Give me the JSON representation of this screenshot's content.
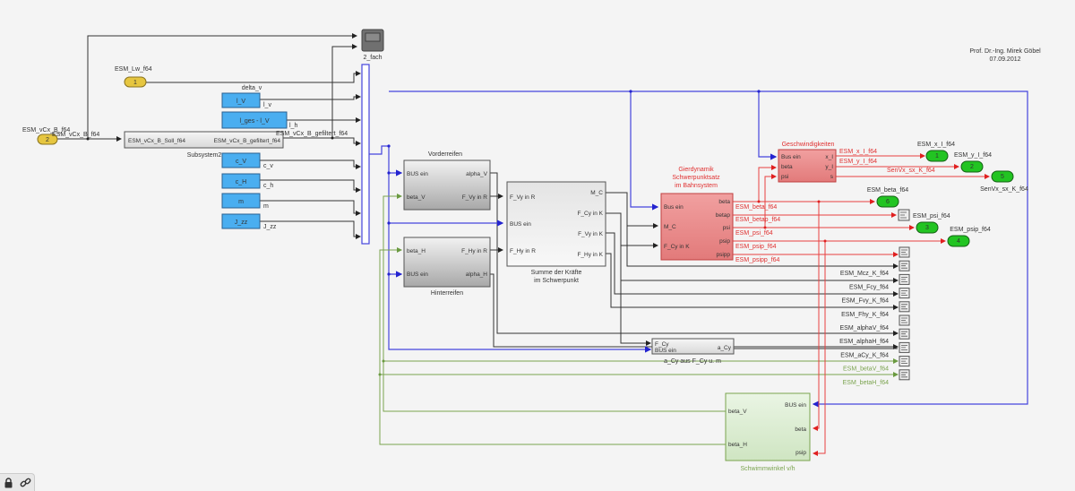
{
  "header": {
    "author": "Prof. Dr.-Ing. Mirek Göbel",
    "date": "07.09.2012"
  },
  "colors": {
    "background": "#f4f4f4",
    "signal": "#333333",
    "bus": "#3b3bd6",
    "red": "#e03030",
    "green": "#7aa34e",
    "constant_block": "#4aaef0",
    "inport": "#e6c640",
    "outport": "#22c422"
  },
  "inports": [
    {
      "number": "1",
      "label": "ESM_Lw_f64"
    },
    {
      "number": "2",
      "label": "ESM_vCx_B_f64",
      "signal": "ESM_vCx_B_f64"
    }
  ],
  "constants": [
    {
      "name": "l_V",
      "signal": "l_v",
      "above": "delta_v"
    },
    {
      "name": "l_ges - l_V",
      "signal": "l_h"
    },
    {
      "name": "c_V",
      "signal": "c_v"
    },
    {
      "name": "c_H",
      "signal": "c_h"
    },
    {
      "name": "m",
      "signal": "m"
    },
    {
      "name": "J_zz",
      "signal": "J_zz"
    }
  ],
  "scope": {
    "label": "2_fach"
  },
  "subsystem2": {
    "name": "Subsystem2",
    "in_port": "ESM_vCx_B_Soll_f64",
    "out_port": "ESM_vCx_B_gefiltert_f64",
    "out_signal": "ESM_vCx_B_gefiltert_f64"
  },
  "vorderreifen": {
    "name": "Vorderreifen",
    "in_ports": [
      "BUS ein",
      "beta_V"
    ],
    "out_ports": [
      "alpha_V",
      "F_Vy in R"
    ]
  },
  "hinterreifen": {
    "name": "Hinterreifen",
    "in_ports": [
      "beta_H",
      "BUS ein"
    ],
    "out_ports": [
      "F_Hy in R",
      "alpha_H"
    ]
  },
  "summe": {
    "name_line1": "Summe der Kräfte",
    "name_line2": "im Schwerpunkt",
    "in_ports": [
      "F_Vy in R",
      "BUS ein",
      "F_Hy in R"
    ],
    "out_ports": [
      "M_C",
      "F_Cy in K",
      "F_Vy in K",
      "F_Hy in K"
    ]
  },
  "gierdynamik": {
    "name_line1": "Gierdynamik",
    "name_line2": "Schwerpunktsatz",
    "name_line3": "im Bahnsystem",
    "in_ports": [
      "Bus ein",
      "M_C",
      "F_Cy in K"
    ],
    "out_ports": [
      "beta",
      "betap",
      "psi",
      "psip",
      "psipp"
    ]
  },
  "geschwindigkeiten": {
    "name": "Geschwindigkeiten",
    "in_ports": [
      "Bus ein",
      "beta",
      "psi"
    ],
    "out_ports": [
      "x_I",
      "y_I",
      "s"
    ]
  },
  "acy": {
    "name": "a_Cy aus F_Cy u. m",
    "in_ports": [
      "F_Cy",
      "BUS ein"
    ],
    "out_port": "a_Cy"
  },
  "schwimmwinkel": {
    "name": "Schwimmwinkel v/h",
    "in_ports": [
      "beta_V",
      "beta_H"
    ],
    "out_ports": [
      "BUS ein",
      "beta",
      "psip"
    ]
  },
  "red_signals": [
    "ESM_x_I_f64",
    "ESM_y_I_f64",
    "SenVx_sx_K_f64",
    "ESM_beta_f64",
    "ESM_betap_f64",
    "ESM_psi_f64",
    "ESM_psip_f64",
    "ESM_psipp_f64"
  ],
  "outports": [
    {
      "number": "1",
      "label": "ESM_x_I_f64"
    },
    {
      "number": "2",
      "label": "ESM_y_I_f64"
    },
    {
      "number": "5",
      "label": "SenVx_sx_K_f64"
    },
    {
      "number": "6",
      "label": "ESM_beta_f64"
    },
    {
      "number": "3",
      "label": "ESM_psi_f64"
    },
    {
      "number": "4",
      "label": "ESM_psip_f64"
    }
  ],
  "terminator_psi": {
    "label": "ESM_psi_f64"
  },
  "terminators": [
    {
      "label": "",
      "color": "red"
    },
    {
      "label": "ESM_Mcz_K_f64",
      "color": "black"
    },
    {
      "label": "ESM_Fcy_f64",
      "color": "black"
    },
    {
      "label": "ESM_Fvy_K_f64",
      "color": "black"
    },
    {
      "label": "ESM_Fhy_K_f64",
      "color": "black"
    },
    {
      "label": "ESM_alphaV_f64",
      "color": "black"
    },
    {
      "label": "ESM_alphaH_f64",
      "color": "black"
    },
    {
      "label": "ESM_aCy_K_f64",
      "color": "black"
    },
    {
      "label": "ESM_betaV_f64",
      "color": "green"
    },
    {
      "label": "ESM_betaH_f64",
      "color": "green"
    }
  ],
  "statusbar": {
    "lock_icon": "lock-icon",
    "link_icon": "link-icon"
  }
}
